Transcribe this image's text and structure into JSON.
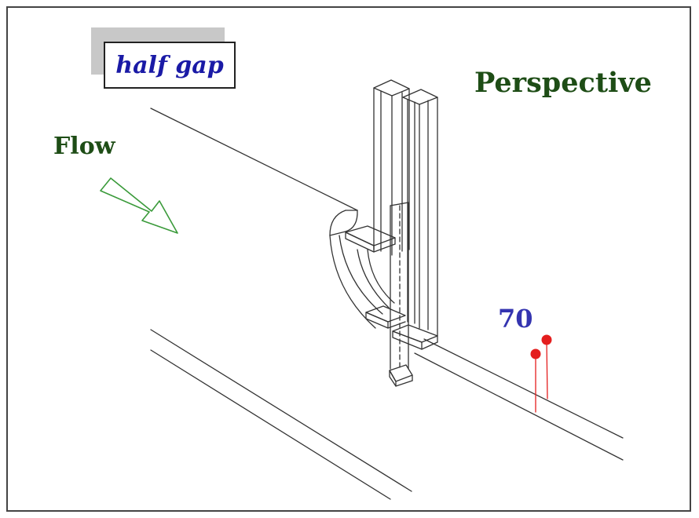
{
  "diagram": {
    "label_box_text": "half gap",
    "title": "Perspective",
    "flow_label": "Flow",
    "probe_label": "70",
    "colors": {
      "title_green": "#1e4d16",
      "label_blue": "#1a1aa6",
      "probe_blue": "#3434b0",
      "probe_red": "#e41e1e",
      "arrow_green": "#3a9a3a",
      "line": "#333333"
    }
  }
}
